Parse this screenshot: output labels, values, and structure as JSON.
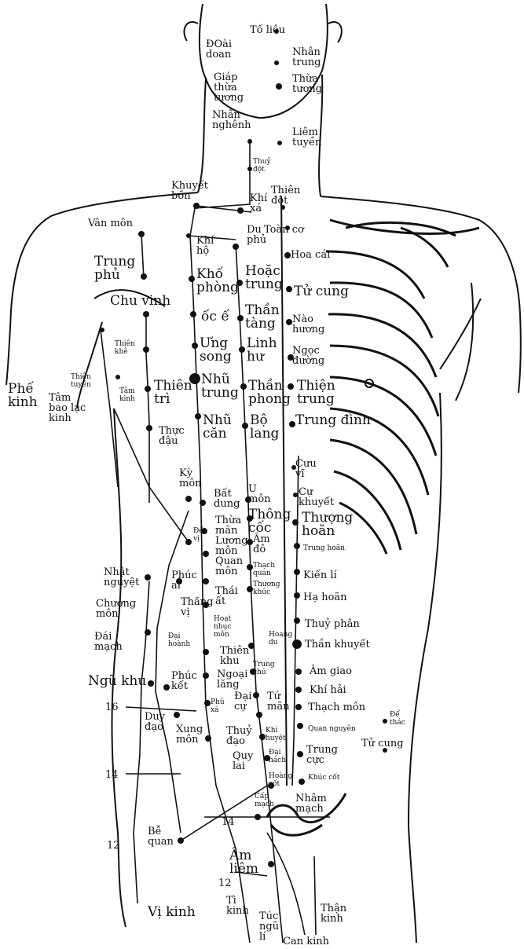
{
  "figure": {
    "point_labels": [
      {
        "id": "to-lieu",
        "text": "Tố liêu"
      },
      {
        "id": "doai-doan",
        "text": "ĐOài\ndoan"
      },
      {
        "id": "nhan-trung",
        "text": "Nhân\ntrung"
      },
      {
        "id": "giap-thua-tuong",
        "text": "Giáp\nthừa\ntương"
      },
      {
        "id": "thua-tuong",
        "text": "Thừa\ntương"
      },
      {
        "id": "nhan-nghenh",
        "text": "Nhân\nnghênh"
      },
      {
        "id": "liem-tuyen",
        "text": "Liêm\ntuyền"
      },
      {
        "id": "thuy-dot",
        "text": "Thuỷ\nđột"
      },
      {
        "id": "khuyet-bon",
        "text": "Khuyết\nbồn"
      },
      {
        "id": "khi-xa",
        "text": "Khí\nxá"
      },
      {
        "id": "thien-dot",
        "text": "Thiên\nđột"
      },
      {
        "id": "van-mon",
        "text": "Vân môn"
      },
      {
        "id": "du-phu",
        "text": "Du\nphủ"
      },
      {
        "id": "toan-co",
        "text": "Toàn cơ"
      },
      {
        "id": "khi-ho",
        "text": "Khí\nhộ"
      },
      {
        "id": "hoa-cai",
        "text": "Hoa cái"
      },
      {
        "id": "trung-phu",
        "text": "Trung\nphủ"
      },
      {
        "id": "kho-phong",
        "text": "Khố\nphòng"
      },
      {
        "id": "hoac-trung",
        "text": "Hoặc\ntrung"
      },
      {
        "id": "tu-cung-top",
        "text": "Tử cung"
      },
      {
        "id": "chu-vinh",
        "text": "Chu vinh"
      },
      {
        "id": "oc-e",
        "text": "ốc ế"
      },
      {
        "id": "than-tang",
        "text": "Thần\ntàng"
      },
      {
        "id": "ngoc-duong-a",
        "text": "Nào\nhương"
      },
      {
        "id": "thien-khe",
        "text": "Thiên\nkhê"
      },
      {
        "id": "ung-song",
        "text": "Ưng\nsong"
      },
      {
        "id": "linh-hu",
        "text": "Linh\như"
      },
      {
        "id": "ngoc-duong",
        "text": "Ngọc\nđường"
      },
      {
        "id": "thien-tuyen",
        "text": "Thiên\ntuyền"
      },
      {
        "id": "tam-kinh",
        "text": "Tâm\nkinh"
      },
      {
        "id": "thien-tri",
        "text": "Thiên\ntrì"
      },
      {
        "id": "nhu-trung",
        "text": "Nhũ\ntrung"
      },
      {
        "id": "than-phong",
        "text": "Thần\nphong"
      },
      {
        "id": "thien-trung",
        "text": "Thiện\ntrung"
      },
      {
        "id": "phe-kinh",
        "text": "Phế\nkinh"
      },
      {
        "id": "tam-bao-lac-kinh",
        "text": "Tâm\nbao lạc\nkinh"
      },
      {
        "id": "thuc-dau",
        "text": "Thực\nđậu"
      },
      {
        "id": "nhu-can",
        "text": "Nhũ\ncăn"
      },
      {
        "id": "bo-lang",
        "text": "Bộ\nlang"
      },
      {
        "id": "trung-dinh",
        "text": "Trung đình"
      },
      {
        "id": "ky-mon",
        "text": "Kỳ\nmôn"
      },
      {
        "id": "cuu-vi",
        "text": "Cưu\nvĩ"
      },
      {
        "id": "u-mon",
        "text": "U\nmôn"
      },
      {
        "id": "bat-dung",
        "text": "Bất\ndung"
      },
      {
        "id": "cu-khuyet",
        "text": "Cự\nkhuyết"
      },
      {
        "id": "thong-coc",
        "text": "Thông\ncốc"
      },
      {
        "id": "thuong-hoan",
        "text": "Thượng\nhoãn"
      },
      {
        "id": "de-vi",
        "text": "Để\nvị"
      },
      {
        "id": "thua-man",
        "text": "Thừa\nmãn"
      },
      {
        "id": "am-do",
        "text": "Âm\nđô"
      },
      {
        "id": "trung-hoan",
        "text": "Trung hoãn"
      },
      {
        "id": "luong-mon",
        "text": "Lương\nmôn"
      },
      {
        "id": "nhat-nguyet",
        "text": "Nhật\nnguyệt"
      },
      {
        "id": "phuc-ai",
        "text": "Phúc\nai"
      },
      {
        "id": "quan-mon",
        "text": "Quan\nmôn"
      },
      {
        "id": "thach-quan",
        "text": "Thạch\nquan"
      },
      {
        "id": "kien-li",
        "text": "Kiến lí"
      },
      {
        "id": "thuong-khuc",
        "text": "Thương\nkhúc"
      },
      {
        "id": "chuong-mon",
        "text": "Chương\nmôn"
      },
      {
        "id": "thang-vi",
        "text": "Thăng\nvị"
      },
      {
        "id": "thai-at",
        "text": "Thái\nất"
      },
      {
        "id": "ha-hoan",
        "text": "Hạ hoãn"
      },
      {
        "id": "hoat-nhuc-mon",
        "text": "Hoạt\nnhục\nmôn"
      },
      {
        "id": "thuy-phan",
        "text": "Thuỷ phân"
      },
      {
        "id": "dai-mach",
        "text": "Đái\nmạch"
      },
      {
        "id": "dai-hoanh",
        "text": "Đại\nhoành"
      },
      {
        "id": "hoang-du",
        "text": "Hoang\ndu"
      },
      {
        "id": "than-khuyet",
        "text": "Thần khuyết"
      },
      {
        "id": "thien-khu",
        "text": "Thiên\nkhu"
      },
      {
        "id": "trung-chu",
        "text": "Trung\nchú"
      },
      {
        "id": "am-giao",
        "text": "Âm giao"
      },
      {
        "id": "ngoai-lang",
        "text": "Ngoại\nlăng"
      },
      {
        "id": "ngu-khu",
        "text": "Ngũ khu"
      },
      {
        "id": "phuc-ket",
        "text": "Phúc\nkết"
      },
      {
        "id": "tu-man",
        "text": "Tứ\nmãn"
      },
      {
        "id": "khi-hai",
        "text": "Khí hải"
      },
      {
        "id": "dai-cu",
        "text": "Đại\ncự"
      },
      {
        "id": "thach-mon",
        "text": "Thạch môn"
      },
      {
        "id": "phu-xa",
        "text": "Phủ\nxá"
      },
      {
        "id": "duy-dao",
        "text": "Duy\nđạo"
      },
      {
        "id": "de-thac",
        "text": "Để\nthác"
      },
      {
        "id": "xung-mon",
        "text": "Xung\nmôn"
      },
      {
        "id": "thuy-dao",
        "text": "Thuỷ\nđạo"
      },
      {
        "id": "khi-huyet",
        "text": "Khí\nhuyệt"
      },
      {
        "id": "quan-nguyen",
        "text": "Quan nguyên"
      },
      {
        "id": "tu-cung-bottom",
        "text": "Tử cung"
      },
      {
        "id": "dai-hach",
        "text": "Đại\nhách"
      },
      {
        "id": "trung-cuc",
        "text": "Trung\ncực"
      },
      {
        "id": "quy-lai",
        "text": "Quy\nlai"
      },
      {
        "id": "hoanh-cot",
        "text": "Hoàng\ncốt"
      },
      {
        "id": "khuc-cot",
        "text": "Khúc cốt"
      },
      {
        "id": "cap-mach",
        "text": "Cấp\nmạch"
      },
      {
        "id": "nham-mach",
        "text": "Nhâm\nmạch"
      },
      {
        "id": "be-quan",
        "text": "Bễ\nquan"
      },
      {
        "id": "am-liem",
        "text": "Âm\nliêm"
      },
      {
        "id": "vi-kinh",
        "text": "Vị kinh"
      },
      {
        "id": "ti-kinh",
        "text": "Tì\nkinh"
      },
      {
        "id": "tuc-ngu-li",
        "text": "Túc\nngũ\nlí"
      },
      {
        "id": "than-kinh",
        "text": "Thận\nkinh"
      },
      {
        "id": "can-kinh",
        "text": "Can kinh"
      }
    ],
    "numbers": [
      {
        "id": "n16",
        "text": "16"
      },
      {
        "id": "n14a",
        "text": "14"
      },
      {
        "id": "n12a",
        "text": "12"
      },
      {
        "id": "n14b",
        "text": "14"
      },
      {
        "id": "n12b",
        "text": "12"
      }
    ]
  }
}
